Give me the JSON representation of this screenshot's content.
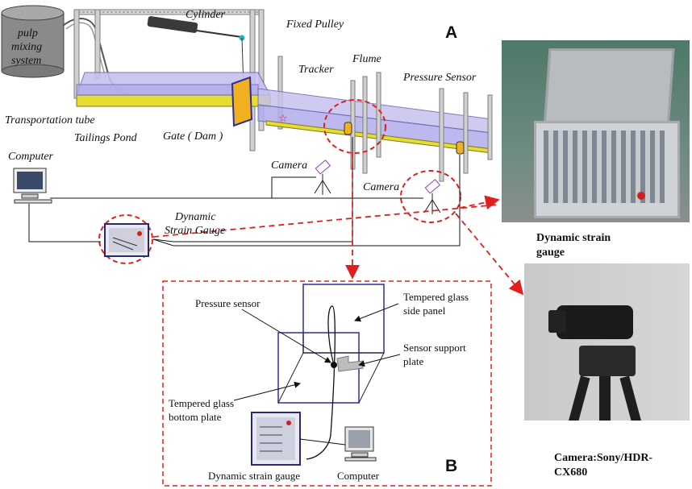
{
  "panel_a": {
    "letter": "A",
    "labels": {
      "pulp_line1": "pulp",
      "pulp_line2": "mixing",
      "pulp_line3": "system",
      "cylinder": "Cylinder",
      "fixed_pulley": "Fixed Pulley",
      "tracker": "Tracker",
      "flume": "Flume",
      "pressure_sensor": "Pressure Sensor",
      "transportation_tube": "Transportation tube",
      "tailings_pond": "Tailings Pond",
      "gate": "Gate ( Dam )",
      "computer": "Computer",
      "camera1": "Camera",
      "camera2": "Camera",
      "dsg_line1": "Dynamic",
      "dsg_line2": "Strain Gauge"
    }
  },
  "panel_b": {
    "letter": "B",
    "labels": {
      "pressure_sensor": "Pressure sensor",
      "side_line1": "Tempered glass",
      "side_line2": "side panel",
      "support_line1": "Sensor support",
      "support_line2": "plate",
      "bottom_line1": "Tempered glass",
      "bottom_line2": "bottom plate",
      "strain_gauge": "Dynamic strain gauge",
      "computer": "Computer"
    }
  },
  "photos": {
    "gauge_caption": "Dynamic strain gauge",
    "camera_caption": "Camera:Sony/HDR-CX680"
  },
  "colors": {
    "flume": "#b9b4e6",
    "frame": "#8f8f8f",
    "yellow_floor": "#e6dc32",
    "gate": "#f0b020",
    "dashed_red": "#e02020",
    "panel_b_frame": "#2e2e9a"
  }
}
